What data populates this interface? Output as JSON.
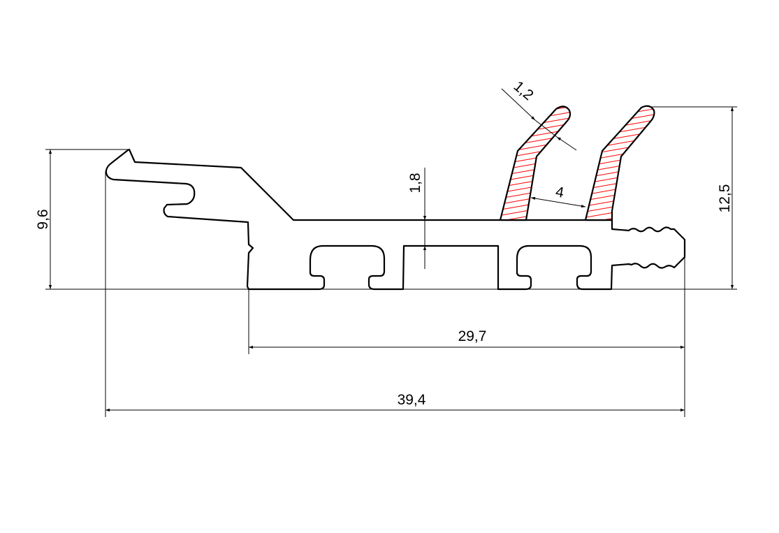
{
  "drawing": {
    "title": "Profile cross-section",
    "hatch_color": "#ff0000",
    "line_color": "#000000",
    "dimensions": {
      "height_left": "9,6",
      "height_right": "12,5",
      "width_inner": "29,7",
      "width_total": "39,4",
      "base_thickness": "1,8",
      "fin_gap": "4",
      "fin_thickness": "1,2"
    }
  }
}
